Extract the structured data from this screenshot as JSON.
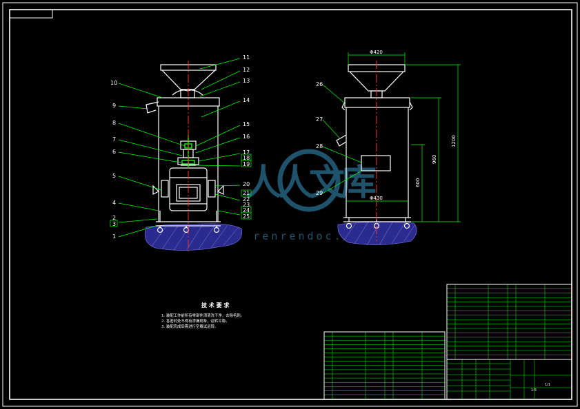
{
  "colors": {
    "background": "#000000",
    "outline": "#ffffff",
    "leader": "#00ff00",
    "dimension": "#00ff00",
    "centerline": "#ff0000",
    "hatch": "#3333aa",
    "table_grid": "#00ff00",
    "watermark": "#2a6e8f"
  },
  "callouts_left": [
    "1",
    "2",
    "3",
    "4",
    "5",
    "6",
    "7",
    "8",
    "9",
    "10",
    "11",
    "12",
    "13",
    "14",
    "15",
    "16",
    "17",
    "18",
    "19",
    "20",
    "21",
    "22",
    "23",
    "24",
    "25"
  ],
  "callouts_right": [
    "26",
    "27",
    "28",
    "29"
  ],
  "dimensions": {
    "top_width": "Φ420",
    "body_width": "Φ430",
    "total_height": "1200",
    "body_height": "960",
    "lower_height": "600"
  },
  "tech_requirements": {
    "title": "技 术 要 求",
    "items": [
      "1. 装配工作前所有零部件须清洗干净，去除毛刺。",
      "2. 各密封处不得有渗漏现象，运转平稳。",
      "3. 装配完成后需进行空载试运转。"
    ]
  },
  "watermark": {
    "brand": "人人文库",
    "url": "renrendoc.com"
  },
  "titlebar_label": "",
  "title_block": {
    "drawing_name": "",
    "drawing_no": "",
    "scale": "1:5",
    "sheet": "1/1"
  }
}
